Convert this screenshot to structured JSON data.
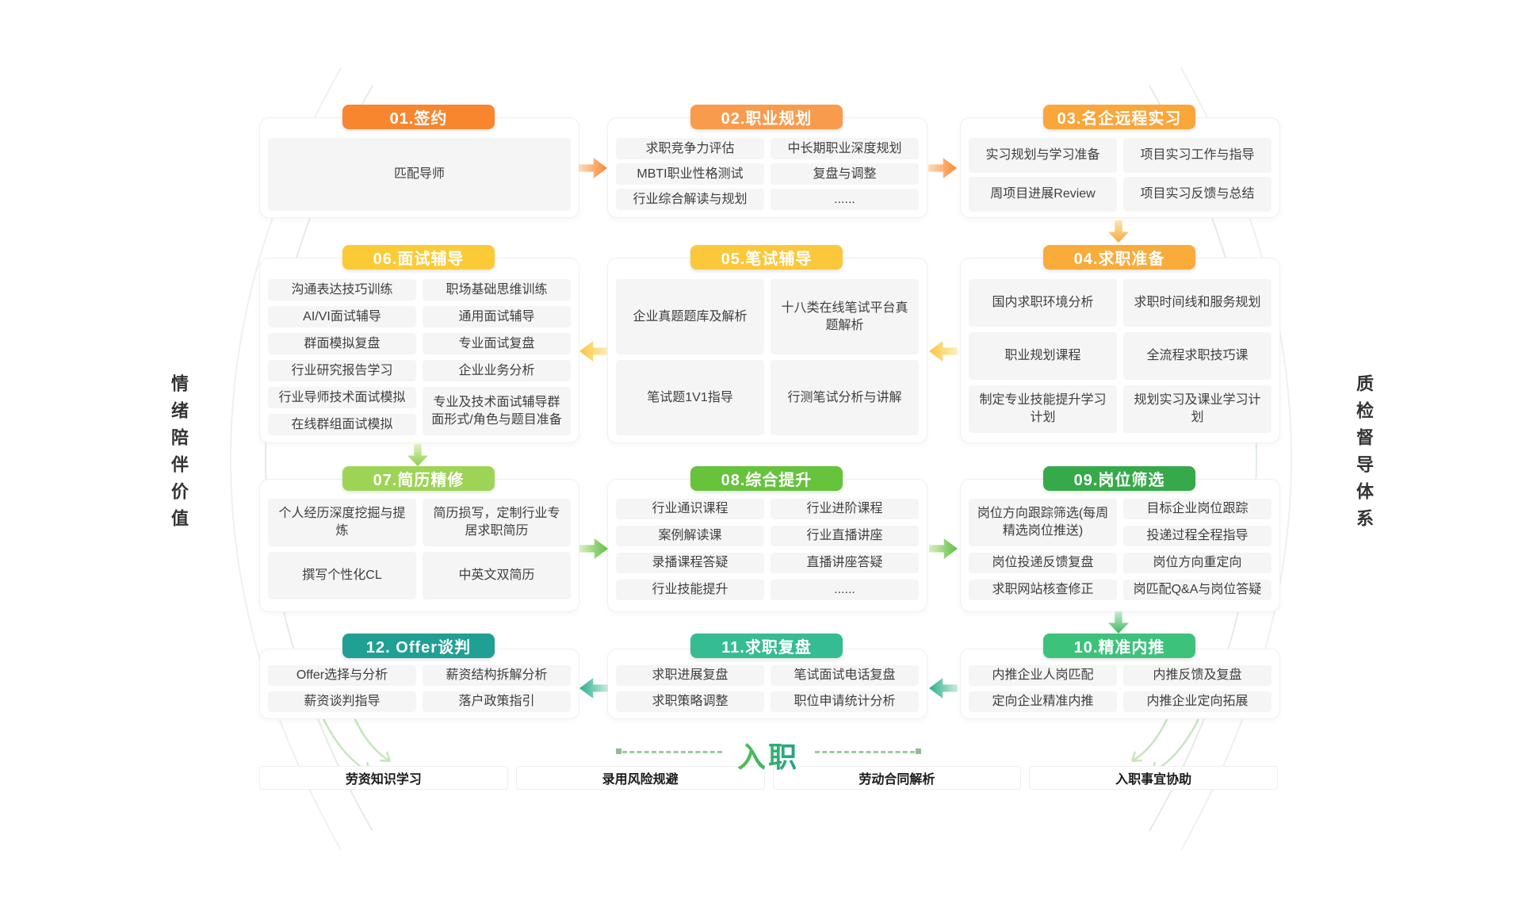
{
  "diagram": {
    "left_rail": "情绪陪伴价值",
    "right_rail": "质检督导体系",
    "join_label": "入职",
    "bottom_items": [
      "劳资知识学习",
      "录用风险规避",
      "劳动合同解析",
      "入职事宜协助"
    ],
    "colors": {
      "item_bg": "#F5F5F6",
      "join_gradient": [
        "#55C054",
        "#1FA287"
      ],
      "flow_orange": "#F9862F",
      "flow_yellow": "#FBC53B",
      "flow_green": "#5FBE3F",
      "flow_teal": "#2BAE8E"
    },
    "stages": [
      {
        "title": "01.签约",
        "color": "#F8862F",
        "items": [
          "匹配导师"
        ]
      },
      {
        "title": "02.职业规划",
        "color": "#F99B4C",
        "items": [
          "求职竞争力评估",
          "中长期职业深度规划",
          "MBTI职业性格测试",
          "复盘与调整",
          "行业综合解读与规划",
          "......"
        ]
      },
      {
        "title": "03.名企远程实习",
        "color": "#F9A63B",
        "items": [
          "实习规划与学习准备",
          "项目实习工作与指导",
          "周项目进展Review",
          "项目实习反馈与总结"
        ]
      },
      {
        "title": "04.求职准备",
        "color": "#F9AC3A",
        "items": [
          "国内求职环境分析",
          "求职时间线和服务规划",
          "职业规划课程",
          "全流程求职技巧课",
          "制定专业技能提升学习计划",
          "规划实习及课业学习计划"
        ]
      },
      {
        "title": "05.笔试辅导",
        "color": "#FBC83B",
        "items": [
          "企业真题题库及解析",
          "十八类在线笔试平台真题解析",
          "笔试题1V1指导",
          "行测笔试分析与讲解"
        ]
      },
      {
        "title": "06.面试辅导",
        "color": "#FBCB37",
        "items": [
          "沟通表达技巧训练",
          "AI/VI面试辅导",
          "群面模拟复盘",
          "行业研究报告学习",
          "行业导师技术面试模拟",
          "在线群组面试模拟",
          "职场基础思维训练",
          "通用面试辅导",
          "专业面试复盘",
          "企业业务分析",
          "专业及技术面试辅导群面形式/角色与题目准备"
        ]
      },
      {
        "title": "07.简历精修",
        "color": "#9ED455",
        "items": [
          "个人经历深度挖掘与提炼",
          "简历损写，定制行业专居求职简历",
          "撰写个性化CL",
          "中英文双简历"
        ]
      },
      {
        "title": "08.综合提升",
        "color": "#67C23C",
        "items": [
          "行业通识课程",
          "行业进阶课程",
          "案例解读课",
          "行业直播讲座",
          "录播课程答疑",
          "直播讲座答疑",
          "行业技能提升",
          "......"
        ]
      },
      {
        "title": "09.岗位筛选",
        "color": "#36A94A",
        "items": [
          "岗位方向跟踪筛选(每周精选岗位推送)",
          "岗位投递反馈复盘",
          "求职网站核查修正",
          "目标企业岗位跟踪",
          "投递过程全程指导",
          "岗位方向重定向",
          "岗匹配Q&A与岗位答疑"
        ]
      },
      {
        "title": "10.精准内推",
        "color": "#3DC27C",
        "items": [
          "内推企业人岗匹配",
          "内推反馈及复盘",
          "定向企业精准内推",
          "内推企业定向拓展"
        ]
      },
      {
        "title": "11.求职复盘",
        "color": "#36BC92",
        "items": [
          "求职进展复盘",
          "笔试面试电话复盘",
          "求职策略调整",
          "职位申请统计分析"
        ]
      },
      {
        "title": "12. Offer谈判",
        "color": "#1FA093",
        "items": [
          "Offer选择与分析",
          "薪资结构拆解分析",
          "薪资谈判指导",
          "落户政策指引"
        ]
      }
    ]
  }
}
